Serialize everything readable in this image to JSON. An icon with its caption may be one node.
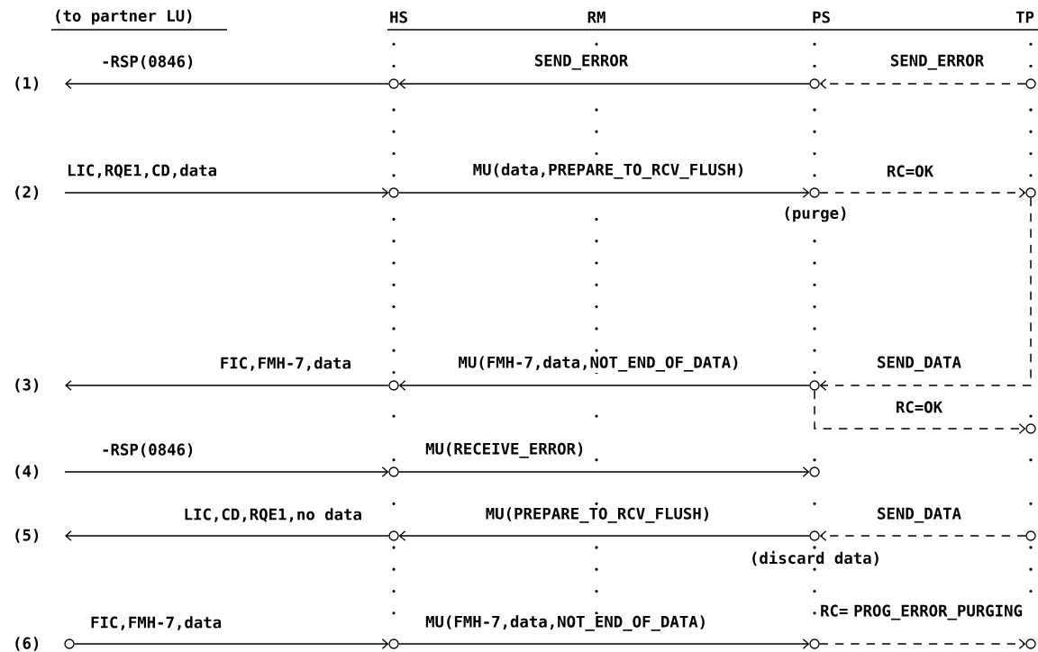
{
  "diagram": {
    "nodes": [
      {
        "text": [],
        "shape": "circle"
      },
      {
        "text": [],
        "shape": "circle"
      },
      {
        "text": [],
        "shape": "circle"
      },
      {
        "text": [],
        "shape": "circle"
      },
      {
        "text": [],
        "shape": "circle"
      },
      {
        "text": [],
        "shape": "circle"
      },
      {
        "text": [],
        "shape": "circle"
      },
      {
        "text": [],
        "shape": "circle"
      },
      {
        "text": [],
        "shape": "circle"
      },
      {
        "text": [],
        "shape": "circle"
      },
      {
        "text": [],
        "shape": "circle"
      },
      {
        "text": [],
        "shape": "circle"
      },
      {
        "text": [],
        "shape": "circle"
      },
      {
        "text": [],
        "shape": "circle"
      },
      {
        "text": [],
        "shape": "circle"
      },
      {
        "text": [],
        "shape": "circle"
      },
      {
        "text": [],
        "shape": "circle"
      },
      {
        "text": [],
        "shape": "circle"
      }
    ],
    "edges": [
      {
        "from": 0,
        "to": null,
        "arrow": "to",
        "label": "-RSP(0846)"
      },
      {
        "from": 1,
        "to": 0,
        "arrow": "to",
        "label": "SEND_ERROR"
      },
      {
        "from": 2,
        "to": 1,
        "arrow": "to",
        "label": "SEND_ERROR",
        "style": "dashed"
      },
      {
        "from": null,
        "to": 3,
        "arrow": "to",
        "label": "LIC,RQE1,CD,data"
      },
      {
        "from": 3,
        "to": 4,
        "arrow": "to",
        "label": "MU(data,PREPARE_TO_RCV_FLUSH)"
      },
      {
        "from": 4,
        "to": 5,
        "arrow": "to",
        "label": "RC=OK",
        "style": "dashed"
      },
      {
        "from": 6,
        "to": null,
        "arrow": "to",
        "label": "FIC,FMH-7,data"
      },
      {
        "from": 7,
        "to": 6,
        "arrow": "to",
        "label": "MU(FMH-7,data,NOT_END_OF_DATA)"
      },
      {
        "from": 5,
        "to": 7,
        "arrow": "to",
        "label": "SEND_DATA",
        "style": "dashed"
      },
      {
        "from": 7,
        "to": 8,
        "arrow": "to",
        "label": "RC=OK",
        "style": "dashed"
      },
      {
        "from": null,
        "to": 9,
        "arrow": "to",
        "label": "-RSP(0846)"
      },
      {
        "from": 9,
        "to": 10,
        "arrow": "to",
        "label": "MU(RECEIVE_ERROR)"
      },
      {
        "from": 11,
        "to": null,
        "arrow": "to",
        "label": "LIC,CD,RQE1,no data"
      },
      {
        "from": 12,
        "to": 11,
        "arrow": "to",
        "label": "MU(PREPARE_TO_RCV_FLUSH)"
      },
      {
        "from": 13,
        "to": 12,
        "arrow": "to",
        "label": "SEND_DATA",
        "style": "dashed"
      },
      {
        "from": 14,
        "to": 15,
        "arrow": "to",
        "label": "FIC,FMH-7,data"
      },
      {
        "from": 15,
        "to": 16,
        "arrow": "to",
        "label": "MU(FMH-7,data,NOT_END_OF_DATA)"
      },
      {
        "from": 16,
        "to": 17,
        "arrow": "to",
        "label": "RC= PROG_ERROR_PURGING",
        "style": "dashed"
      }
    ],
    "labels": [
      "(to partner LU)",
      "HS",
      "RM",
      "PS",
      "TP",
      "(1)",
      "(2)",
      "(purge)",
      "(3)",
      "(4)",
      "(5)",
      "(discard data)",
      "(6)"
    ]
  }
}
